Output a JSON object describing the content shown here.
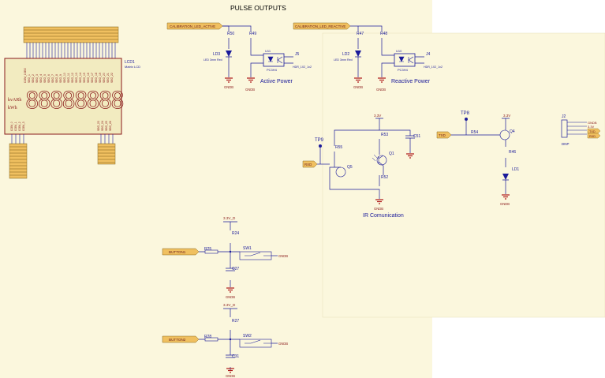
{
  "colors": {
    "paper": "#fbf7dd",
    "wire": "#1a1a9a",
    "ground": "#b02020",
    "lcd_body": "#f2ebc0",
    "connector": "#f0c060",
    "label_fill": "#f0c060"
  },
  "header": {
    "title": "PULSE OUTPUTS"
  },
  "lcd": {
    "ref": "LCD1",
    "part": "Matrix LCD",
    "units": [
      "kvARh",
      "kWh"
    ],
    "digits": "88888888"
  },
  "active_block": {
    "net_label": "CALIBRATION_LED_ACTIVE",
    "resistors": [
      "R50",
      "R49"
    ],
    "led_ref": "LD3",
    "led_part": "LED 3mm Red",
    "opto_ref": "U11",
    "opto_part": "PC3H4",
    "conn_ref": "J5",
    "conn_part": "HDR_1X2_1x2",
    "gnd": [
      "GNDB",
      "GNDB"
    ],
    "caption": "Active Power"
  },
  "reactive_block": {
    "net_label": "CALIBRATION_LED_REACTIVE",
    "resistors": [
      "R47",
      "R48"
    ],
    "led_ref": "LD2",
    "led_part": "LED 3mm Red",
    "opto_ref": "U10",
    "opto_part": "PC3H4",
    "conn_ref": "J4",
    "conn_part": "HDR_1X2_1x2",
    "gnd": [
      "GNDB",
      "GNDB"
    ],
    "caption": "Reactive Power"
  },
  "ir_block": {
    "caption": "IR Comunication",
    "test_points": [
      "TP9",
      "TP8"
    ],
    "supply": [
      "3.3V",
      "3.3V"
    ],
    "net_labels": [
      "RXD",
      "TXD"
    ],
    "resistors": [
      "R53",
      "R55",
      "R52",
      "R54",
      "R46"
    ],
    "transistors": [
      "Q1",
      "Q5",
      "Q4"
    ],
    "cap": "C51",
    "led": "LD1",
    "gnd": [
      "GNDB",
      "GNDB"
    ],
    "header_ref": "J2",
    "header_pins": [
      "GNDB",
      "3.3V",
      "TXD",
      "RXD"
    ],
    "header_note": "DNP"
  },
  "buttons": [
    {
      "net_label": "BUTTON1",
      "supply": "3.3V_D",
      "pullup": "R24",
      "series": "R25",
      "switch": "SW1",
      "cap": "C27",
      "switch_gnd": "GNDB",
      "bottom_gnd": "GNDB"
    },
    {
      "net_label": "BUTTON2",
      "supply": "3.3V_D",
      "pullup": "R27",
      "series": "R28",
      "switch": "SW2",
      "cap": "C31",
      "switch_gnd": "GNDB",
      "bottom_gnd": "GNDB"
    }
  ]
}
